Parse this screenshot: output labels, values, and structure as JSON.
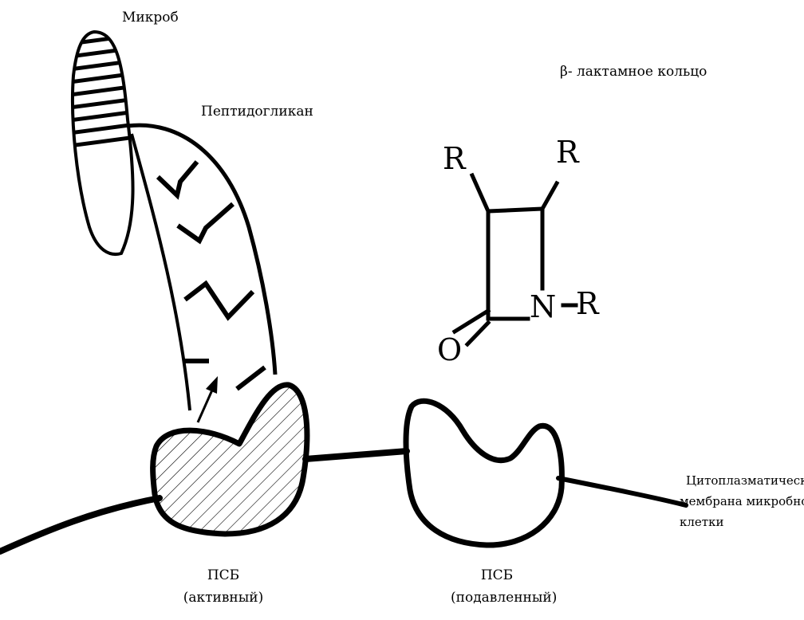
{
  "labels": {
    "microbe": "Микроб",
    "peptidoglycan": "Пептидогликан",
    "beta_lactam": "β- лактамное кольцо",
    "membrane_line1": "Цитоплазматическая",
    "membrane_line2": "мембрана микробной",
    "membrane_line3": "клетки",
    "psb_active_name": "ПСБ",
    "psb_active_state": "(активный)",
    "psb_suppressed_name": "ПСБ",
    "psb_suppressed_state": "(подавленный)"
  },
  "structure": {
    "atom_r_top_left": "R",
    "atom_r_top_right": "R",
    "atom_r_right": "R",
    "atom_n": "N",
    "atom_o": "O"
  },
  "colors": {
    "ink": "#000000",
    "background": "#ffffff"
  }
}
